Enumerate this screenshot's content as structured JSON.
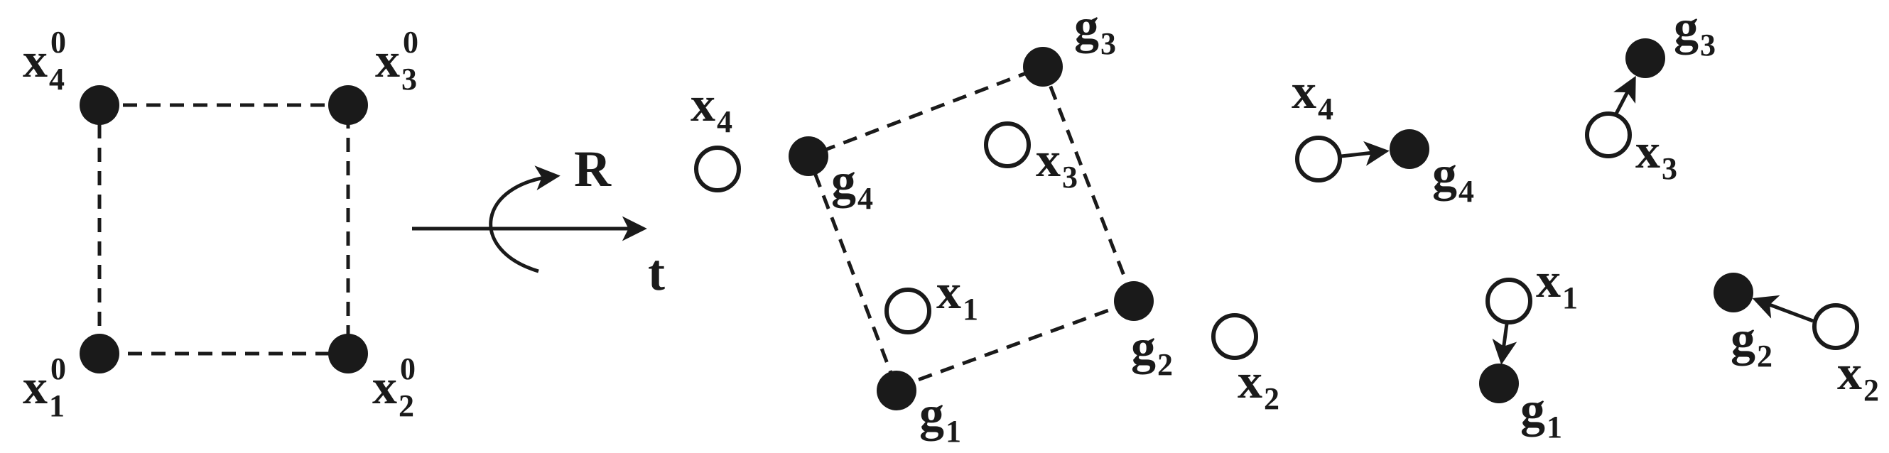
{
  "colors": {
    "ink": "#1a1a1a",
    "background": "#ffffff"
  },
  "transform": {
    "rotation_label": "R",
    "translation_label": "t"
  },
  "panel_original": {
    "labels": {
      "x1": {
        "base": "x",
        "sub": "1",
        "sup": "0"
      },
      "x2": {
        "base": "x",
        "sub": "2",
        "sup": "0"
      },
      "x3": {
        "base": "x",
        "sub": "3",
        "sup": "0"
      },
      "x4": {
        "base": "x",
        "sub": "4",
        "sup": "0"
      }
    }
  },
  "panel_transformed": {
    "goal_labels": {
      "g1": {
        "base": "g",
        "sub": "1"
      },
      "g2": {
        "base": "g",
        "sub": "2"
      },
      "g3": {
        "base": "g",
        "sub": "3"
      },
      "g4": {
        "base": "g",
        "sub": "4"
      }
    },
    "current_labels": {
      "x1": {
        "base": "x",
        "sub": "1"
      },
      "x2": {
        "base": "x",
        "sub": "2"
      },
      "x3": {
        "base": "x",
        "sub": "3"
      },
      "x4": {
        "base": "x",
        "sub": "4"
      }
    }
  },
  "panel_displacements": {
    "goal_labels": {
      "g1": {
        "base": "g",
        "sub": "1"
      },
      "g2": {
        "base": "g",
        "sub": "2"
      },
      "g3": {
        "base": "g",
        "sub": "3"
      },
      "g4": {
        "base": "g",
        "sub": "4"
      }
    },
    "current_labels": {
      "x1": {
        "base": "x",
        "sub": "1"
      },
      "x2": {
        "base": "x",
        "sub": "2"
      },
      "x3": {
        "base": "x",
        "sub": "3"
      },
      "x4": {
        "base": "x",
        "sub": "4"
      }
    }
  }
}
